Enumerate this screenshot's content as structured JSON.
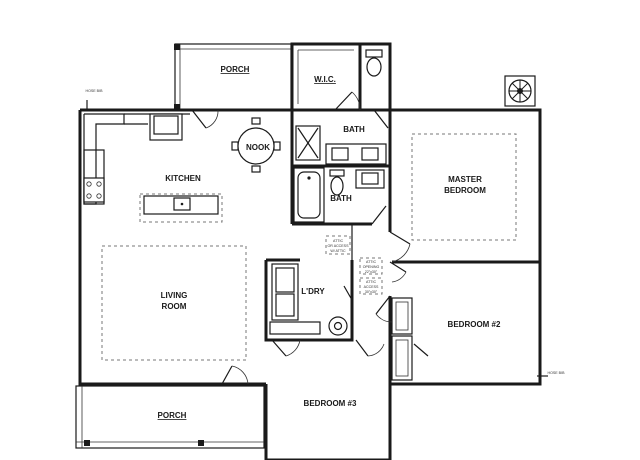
{
  "rooms": {
    "porch_top": "PORCH",
    "wic": "W.I.C.",
    "bath_top": "BATH",
    "nook": "NOOK",
    "kitchen": "KITCHEN",
    "bath_lower": "BATH",
    "master_line1": "MASTER",
    "master_line2": "BEDROOM",
    "living_line1": "LIVING",
    "living_line2": "ROOM",
    "laundry": "L'DRY",
    "bedroom2": "BEDROOM #2",
    "bedroom3": "BEDROOM #3",
    "porch_bottom": "PORCH"
  },
  "notes": {
    "hose_bib_top": "HOSE BIB",
    "hose_bib_right": "HOSE BIB",
    "attic_1": "ATTIC",
    "attic_2": "OR ACCESS",
    "attic_3": "W/ ATTIC",
    "access_1": "ATTIC",
    "access_2": "OPENING",
    "access_3": "22\"x30\"",
    "access2_1": "ATTIC",
    "access2_2": "ACCESS",
    "access2_3": "30\"x30\""
  },
  "icons": {
    "hvac": "hvac-condenser-icon",
    "range": "range-icon",
    "sink": "sink-icon",
    "toilet": "toilet-icon",
    "tub": "bathtub-icon",
    "water_heater": "water-heater-icon",
    "table": "dining-table-icon"
  }
}
